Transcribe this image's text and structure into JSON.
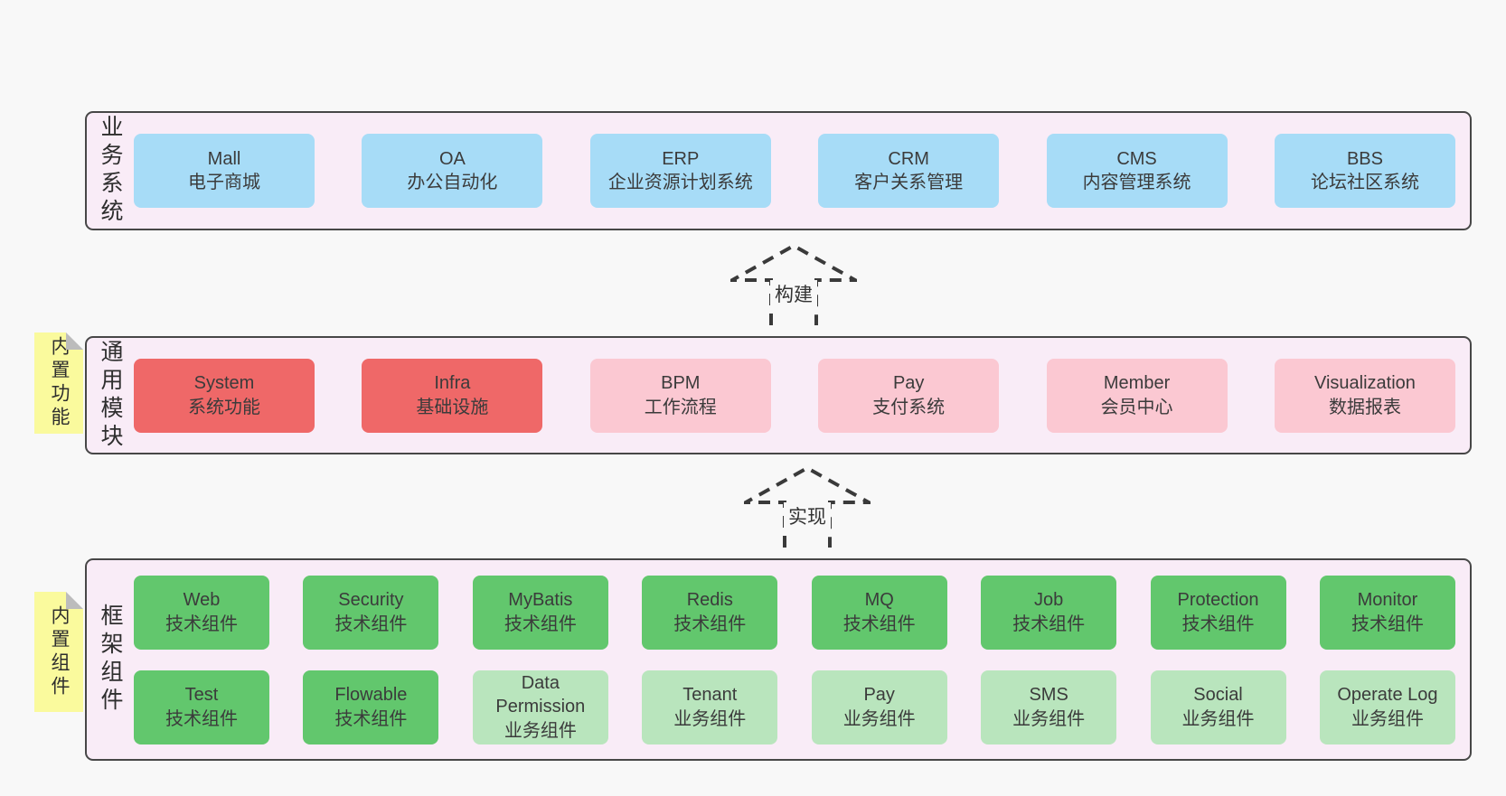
{
  "diagram": {
    "bands": [
      {
        "label": "业务系统",
        "boxes": [
          [
            {
              "title": "Mall",
              "subtitle": "电子商城",
              "color": "blue"
            },
            {
              "title": "OA",
              "subtitle": "办公自动化",
              "color": "blue"
            },
            {
              "title": "ERP",
              "subtitle": "企业资源计划系统",
              "color": "blue"
            },
            {
              "title": "CRM",
              "subtitle": "客户关系管理",
              "color": "blue"
            },
            {
              "title": "CMS",
              "subtitle": "内容管理系统",
              "color": "blue"
            },
            {
              "title": "BBS",
              "subtitle": "论坛社区系统",
              "color": "blue"
            }
          ]
        ]
      },
      {
        "label": "通用模块",
        "sticky": "内置功能",
        "boxes": [
          [
            {
              "title": "System",
              "subtitle": "系统功能",
              "color": "red"
            },
            {
              "title": "Infra",
              "subtitle": "基础设施",
              "color": "red"
            },
            {
              "title": "BPM",
              "subtitle": "工作流程",
              "color": "pink"
            },
            {
              "title": "Pay",
              "subtitle": "支付系统",
              "color": "pink"
            },
            {
              "title": "Member",
              "subtitle": "会员中心",
              "color": "pink"
            },
            {
              "title": "Visualization",
              "subtitle": "数据报表",
              "color": "pink"
            }
          ]
        ]
      },
      {
        "label": "框架组件",
        "sticky": "内置组件",
        "boxes": [
          [
            {
              "title": "Web",
              "subtitle": "技术组件",
              "color": "green"
            },
            {
              "title": "Security",
              "subtitle": "技术组件",
              "color": "green"
            },
            {
              "title": "MyBatis",
              "subtitle": "技术组件",
              "color": "green"
            },
            {
              "title": "Redis",
              "subtitle": "技术组件",
              "color": "green"
            },
            {
              "title": "MQ",
              "subtitle": "技术组件",
              "color": "green"
            },
            {
              "title": "Job",
              "subtitle": "技术组件",
              "color": "green"
            },
            {
              "title": "Protection",
              "subtitle": "技术组件",
              "color": "green"
            },
            {
              "title": "Monitor",
              "subtitle": "技术组件",
              "color": "green"
            }
          ],
          [
            {
              "title": "Test",
              "subtitle": "技术组件",
              "color": "green"
            },
            {
              "title": "Flowable",
              "subtitle": "技术组件",
              "color": "green"
            },
            {
              "title": "Data Permission",
              "subtitle": "业务组件",
              "color": "green-light"
            },
            {
              "title": "Tenant",
              "subtitle": "业务组件",
              "color": "green-light"
            },
            {
              "title": "Pay",
              "subtitle": "业务组件",
              "color": "green-light"
            },
            {
              "title": "SMS",
              "subtitle": "业务组件",
              "color": "green-light"
            },
            {
              "title": "Social",
              "subtitle": "业务组件",
              "color": "green-light"
            },
            {
              "title": "Operate Log",
              "subtitle": "业务组件",
              "color": "green-light"
            }
          ]
        ]
      }
    ],
    "arrows": [
      {
        "label": "构建"
      },
      {
        "label": "实现"
      }
    ],
    "palette": {
      "page_background": "#f8f8f8",
      "band_background": "#f9ecf7",
      "band_border": "#474747",
      "blue_box": "#a7dcf7",
      "red_box": "#ef6868",
      "pink_box": "#fbc8d2",
      "green_box": "#62c76d",
      "light_green_box": "#b9e5bd",
      "sticky_note": "#fafa9d",
      "fold_gray": "#bcbcbc",
      "text": "#3b3b3b"
    }
  }
}
